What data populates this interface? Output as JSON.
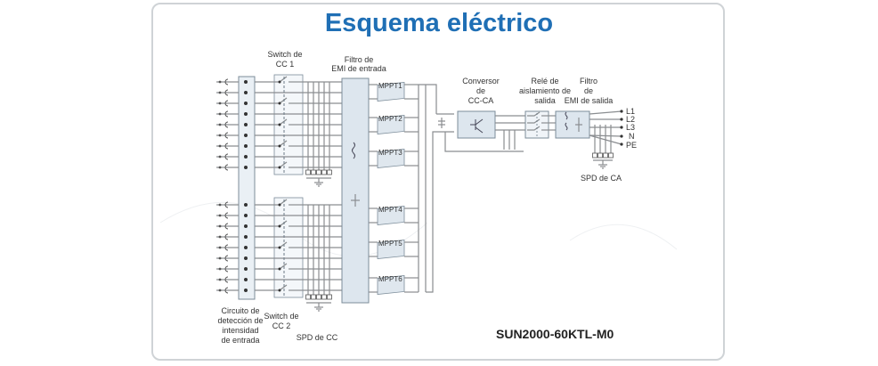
{
  "title": "Esquema eléctrico",
  "model": "SUN2000-60KTL-M0",
  "labels": {
    "switch_dc1": [
      "Switch de",
      "CC 1"
    ],
    "emi_in": [
      "Filtro de",
      "EMI de entrada"
    ],
    "dc_ac": [
      "Conversor",
      "de",
      "CC-CA"
    ],
    "relay": [
      "Relé de",
      "aislamiento de",
      "salida"
    ],
    "emi_out": [
      "Filtro",
      "de",
      "EMI de salida"
    ],
    "detect": [
      "Circuito de",
      "detección de",
      "intensidad",
      "de entrada"
    ],
    "switch_dc2": [
      "Switch de",
      "CC 2"
    ],
    "spd_dc": "SPD de CC",
    "spd_ac": "SPD de CA"
  },
  "outputs": [
    "L1",
    "L2",
    "L3",
    "N",
    "PE"
  ],
  "mppt": [
    "MPPT1",
    "MPPT2",
    "MPPT3",
    "MPPT4",
    "MPPT5",
    "MPPT6"
  ],
  "colors": {
    "title": "#1f6fb5",
    "line": "#8a8d90",
    "block_fill": "#dde6ee",
    "block_stroke": "#7c8c99"
  }
}
